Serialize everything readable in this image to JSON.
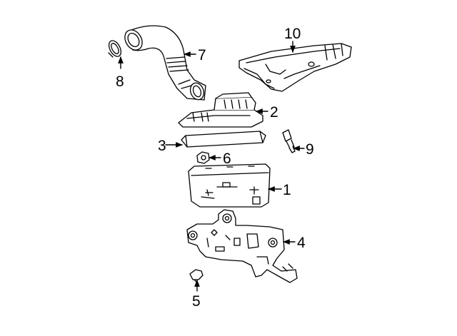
{
  "callouts": {
    "c1": "1",
    "c2": "2",
    "c3": "3",
    "c4": "4",
    "c5": "5",
    "c6": "6",
    "c7": "7",
    "c8": "8",
    "c9": "9",
    "c10": "10"
  },
  "colors": {
    "line": "#000000",
    "fill": "#ffffff",
    "background": "#ffffff"
  }
}
